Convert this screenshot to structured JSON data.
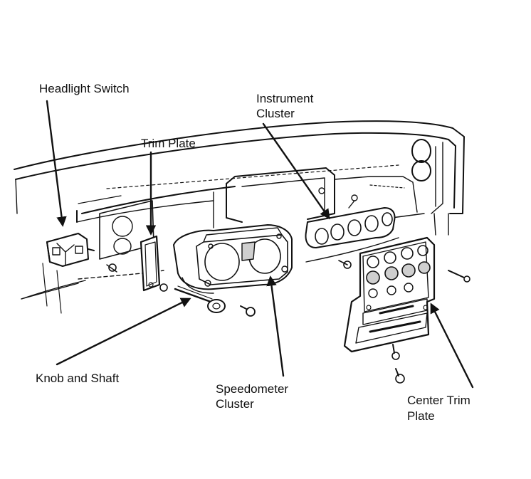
{
  "labels": {
    "headlight_switch": "Headlight Switch",
    "trim_plate": "Trim Plate",
    "instrument_cluster_1": "Instrument",
    "instrument_cluster_2": "Cluster",
    "knob_and_shaft": "Knob and Shaft",
    "speedometer_cluster_1": "Speedometer",
    "speedometer_cluster_2": "Cluster",
    "center_trim_plate_1": "Center Trim",
    "center_trim_plate_2": "Plate"
  },
  "colors": {
    "ink": "#111111",
    "paper": "#ffffff",
    "shade": "#cfcfcf"
  }
}
